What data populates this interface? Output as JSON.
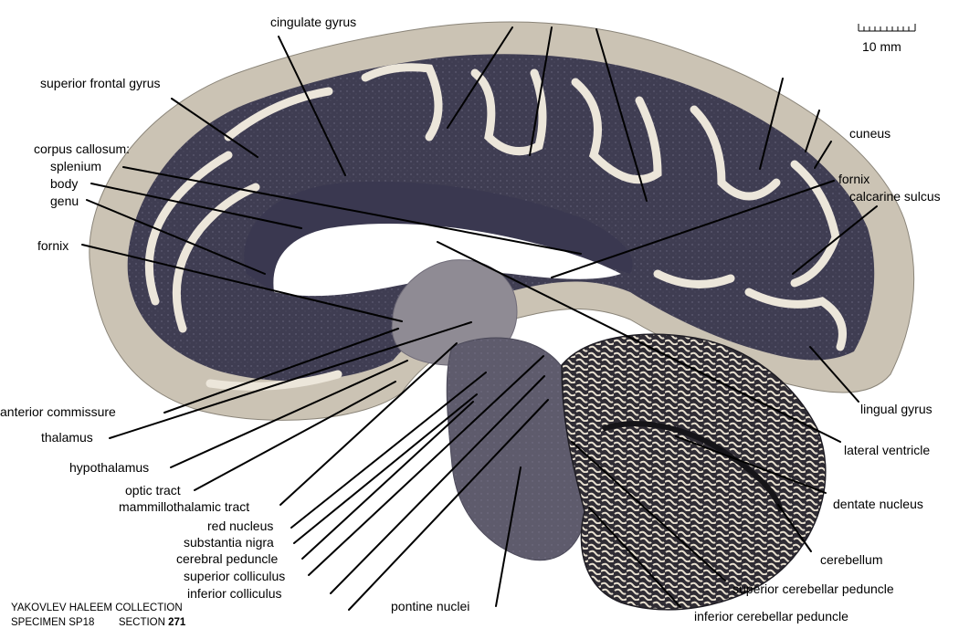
{
  "scale_bar": {
    "label": "10 mm"
  },
  "labels": {
    "cingulate_gyrus": "cingulate gyrus",
    "superior_frontal_gyrus": "superior frontal gyrus",
    "corpus_callosum": "corpus callosum:",
    "splenium": "splenium",
    "body": "body",
    "genu": "genu",
    "fornix_left": "fornix",
    "anterior_commissure": "anterior commissure",
    "thalamus": "thalamus",
    "hypothalamus": "hypothalamus",
    "optic_tract": "optic tract",
    "mammillothalamic_tract": "mammillothalamic tract",
    "red_nucleus": "red nucleus",
    "substantia_nigra": "substantia nigra",
    "cerebral_peduncle": "cerebral peduncle",
    "superior_colliculus": "superior colliculus",
    "inferior_colliculus": "inferior colliculus",
    "pontine_nuclei": "pontine nuclei",
    "cuneus": "cuneus",
    "fornix_right": "fornix",
    "calcarine_sulcus": "calcarine sulcus",
    "lingual_gyrus": "lingual gyrus",
    "lateral_ventricle": "lateral ventricle",
    "dentate_nucleus": "dentate nucleus",
    "cerebellum": "cerebellum",
    "superior_cerebellar_peduncle": "superior cerebellar peduncle",
    "inferior_cerebellar_peduncle": "inferior cerebellar peduncle"
  },
  "footer": {
    "collection": "YAKOVLEV HALEEM COLLECTION",
    "specimen": "SPECIMEN SP18",
    "section_label": "SECTION",
    "section_number": "271"
  },
  "colors": {
    "tissue_light": "#cdc5b6",
    "white_matter": "#f2eee6",
    "gray_matter_dark": "#3c3a50",
    "brainstem": "#5a5868",
    "cerebellum_fill": "#2c2a32",
    "leader_line": "#000000"
  }
}
